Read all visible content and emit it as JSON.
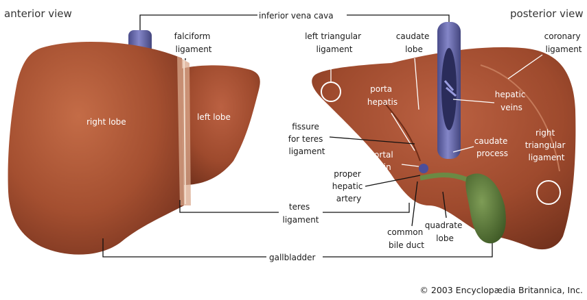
{
  "views": {
    "anterior": "anterior view",
    "posterior": "posterior view"
  },
  "labels": {
    "ivc": "inferior vena cava",
    "falciform": [
      "falciform",
      "ligament"
    ],
    "left_triangular": [
      "left triangular",
      "ligament"
    ],
    "caudate_lobe": [
      "caudate",
      "lobe"
    ],
    "coronary": [
      "coronary",
      "ligament"
    ],
    "right_lobe": "right lobe",
    "left_lobe": "left lobe",
    "porta_hepatis": [
      "porta",
      "hepatis"
    ],
    "hepatic_veins": [
      "hepatic",
      "veins"
    ],
    "fissure": [
      "fissure",
      "for teres",
      "ligament"
    ],
    "caudate_process": [
      "caudate",
      "process"
    ],
    "right_triangular": [
      "right",
      "triangular",
      "ligament"
    ],
    "portal_vein": [
      "portal",
      "vein"
    ],
    "proper_hepatic_artery": [
      "proper",
      "hepatic",
      "artery"
    ],
    "teres": [
      "teres",
      "ligament"
    ],
    "common_bile_duct": [
      "common",
      "bile duct"
    ],
    "quadrate_lobe": [
      "quadrate",
      "lobe"
    ],
    "gallbladder": "gallbladder"
  },
  "credit": "© 2003 Encyclopædia Britannica, Inc.",
  "colors": {
    "liver": "#a8502f",
    "liver_dark": "#7d3520",
    "liver_light": "#c06a48",
    "gallbladder": "#5c7a3a",
    "vena_cava": "#6a6cb0",
    "ligament": "#e8c8b0"
  }
}
